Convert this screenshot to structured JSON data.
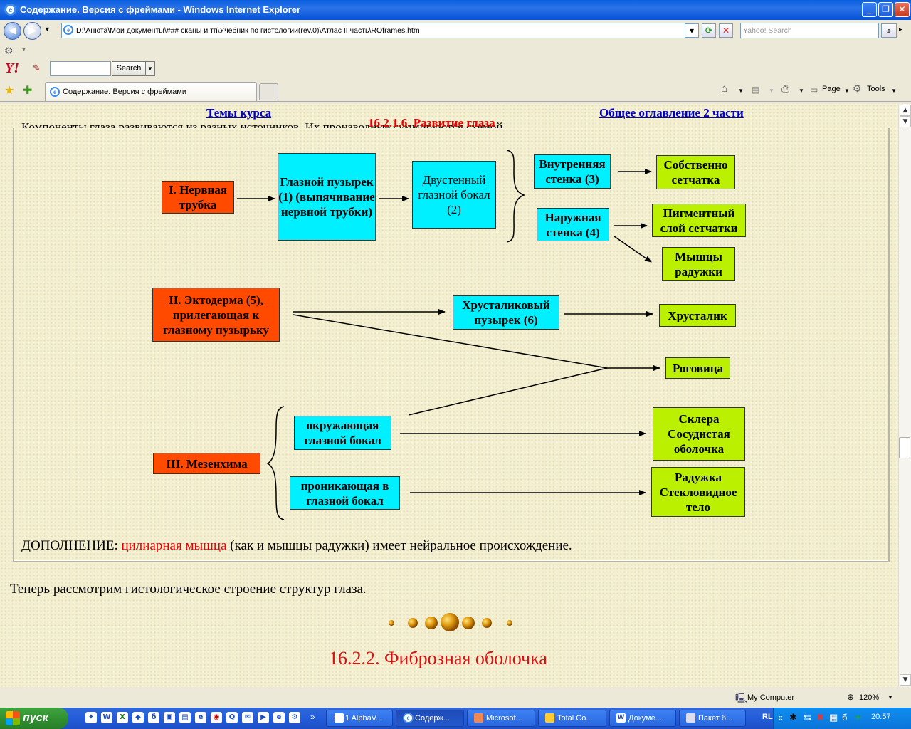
{
  "window": {
    "title": "Содержание. Версия с фреймами - Windows Internet Explorer"
  },
  "nav": {
    "address": "D:\\Анюта\\Мои документы\\### сканы и тп\\Учебник по гистологии(rev.0)\\Атлас II часть\\ROframes.htm",
    "search_placeholder": "Yahoo! Search"
  },
  "yahoo": {
    "logo": "Y!",
    "search_label": "Search"
  },
  "tabs": [
    {
      "label": "Содержание. Версия с фреймами"
    }
  ],
  "commandbar": {
    "page": "Page",
    "tools": "Tools"
  },
  "page": {
    "link_left": "Темы курса",
    "link_right": "Общее оглавление 2 части",
    "section_heading": "16.2.1.6. Развитие глаза",
    "clipped_text": "Компоненты глаза развиваются из разных источников. Их производные суммируются схемой.",
    "diagram": {
      "nerve": "I. Нервная трубка",
      "optic_vesicle": "Глазной пузырек (1) (выпячивание нервной трубки)",
      "optic_cup": "Двустенный глазной бокал (2)",
      "inner_wall": "Внутренняя стенка (3)",
      "outer_wall": "Наружная стенка (4)",
      "retina": "Собственно сетчатка",
      "pigment": "Пигментный слой сетчатки",
      "iris_muscles": "Мышцы радужки",
      "ectoderm": "II. Эктодерма (5), прилегающая к глазному пузырьку",
      "lens_vesicle": "Хрусталиковый пузырек (6)",
      "lens": "Хрусталик",
      "cornea": "Роговица",
      "mesenchyme": "III. Мезенхима",
      "surrounding": "окружающая глазной бокал",
      "penetrating": "проникающая в глазной бокал",
      "sclera": "Склера Сосудистая оболочка",
      "iris": "Радужка Стекловидное тело"
    },
    "addition_label": "ДОПОЛНЕНИЕ:",
    "addition_red": "цилиарная мышца",
    "addition_rest": "(как и мышцы радужки) имеет нейральное происхождение.",
    "paragraph": "Теперь рассмотрим гистологическое строение структур глаза.",
    "next_heading": "16.2.2. Фиброзная оболочка"
  },
  "status": {
    "zone": "My Computer",
    "zoom": "120%"
  },
  "taskbar": {
    "start": "пуск",
    "tasks": [
      {
        "label": "1 AlphaV..."
      },
      {
        "label": "Содерж..."
      },
      {
        "label": "Microsof..."
      },
      {
        "label": "Total Co..."
      },
      {
        "label": "Докуме..."
      },
      {
        "label": "Пакет б..."
      }
    ],
    "lang": "RL",
    "clock": "20:57"
  }
}
